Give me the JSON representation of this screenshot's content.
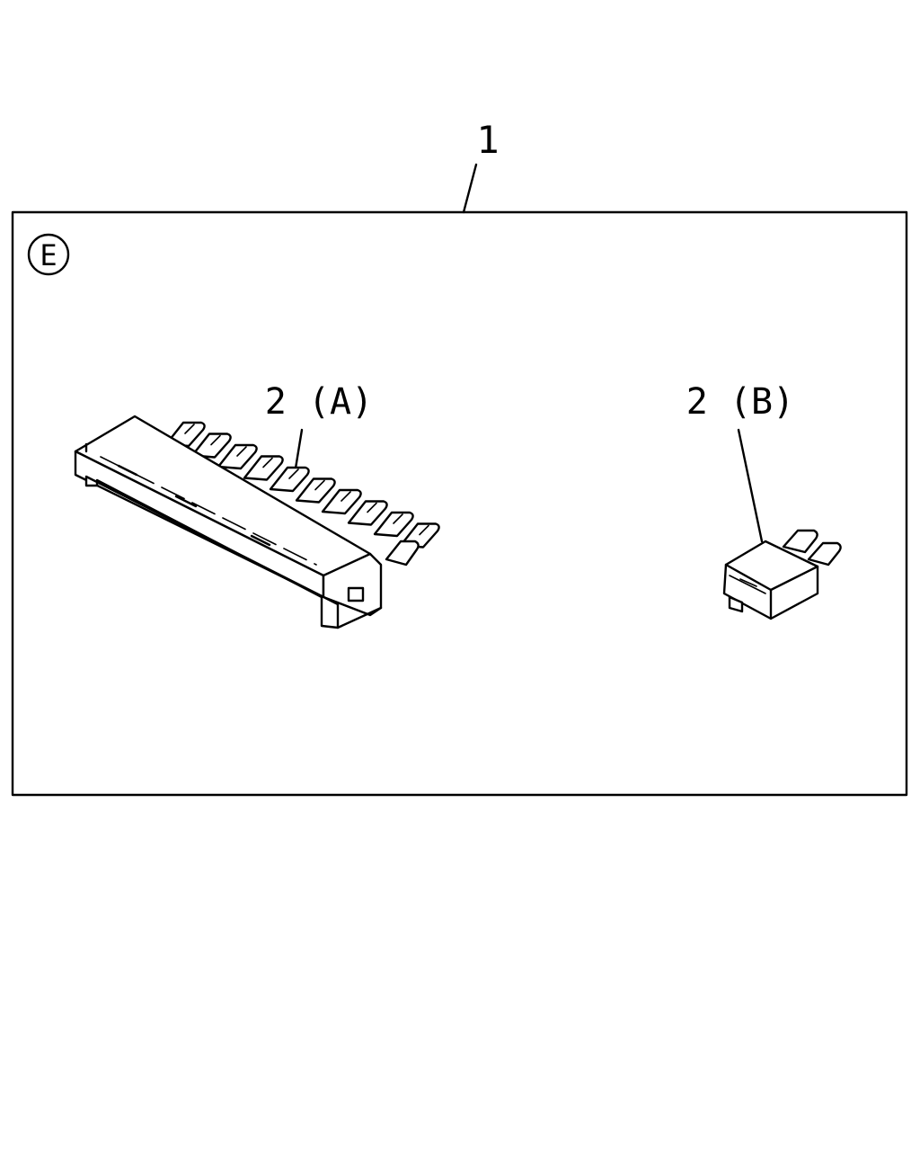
{
  "callouts": {
    "assembly": "1",
    "section": "E",
    "connector_a": "2 (A)",
    "connector_b": "2 (B)"
  },
  "colors": {
    "line": "#000000",
    "background": "#ffffff"
  }
}
